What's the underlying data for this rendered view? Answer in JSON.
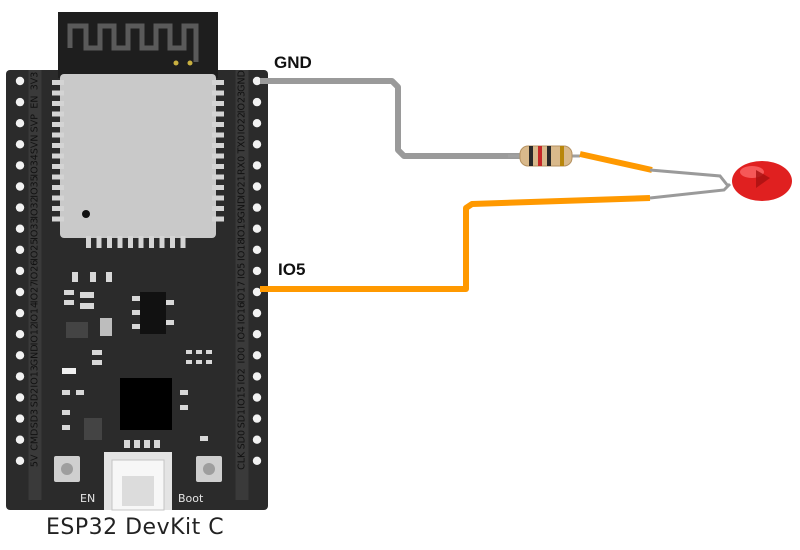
{
  "caption": "ESP32 DevKit C",
  "board": {
    "left_pins": [
      "3V3",
      "EN",
      "SVP",
      "SVN",
      "IO34",
      "IO35",
      "IO32",
      "IO33",
      "IO25",
      "IO26",
      "IO27",
      "IO14",
      "IO12",
      "GND",
      "IO13",
      "SD2",
      "SD3",
      "CMD",
      "5V"
    ],
    "right_pins": [
      "GND",
      "IO23",
      "IO22",
      "TX0",
      "RX0",
      "IO21",
      "GND",
      "IO19",
      "IO18",
      "IO5",
      "IO17",
      "IO16",
      "IO4",
      "IO0",
      "IO2",
      "IO15",
      "SD1",
      "SD0",
      "CLK"
    ],
    "button_left": "EN",
    "button_right": "Boot"
  },
  "wires": [
    {
      "label": "GND",
      "color": "#9a9a9a"
    },
    {
      "label": "IO5",
      "color": "#ff9900"
    }
  ],
  "components": {
    "resistor_bands": [
      "#2a2a2a",
      "#c62828",
      "#2a2a2a",
      "#b8860b"
    ],
    "led_color": "#e02020"
  },
  "colors": {
    "board": "#2b2b2b",
    "module": "#c9c9c9",
    "pin": "#f2f2f2",
    "label_text": "#111111"
  }
}
